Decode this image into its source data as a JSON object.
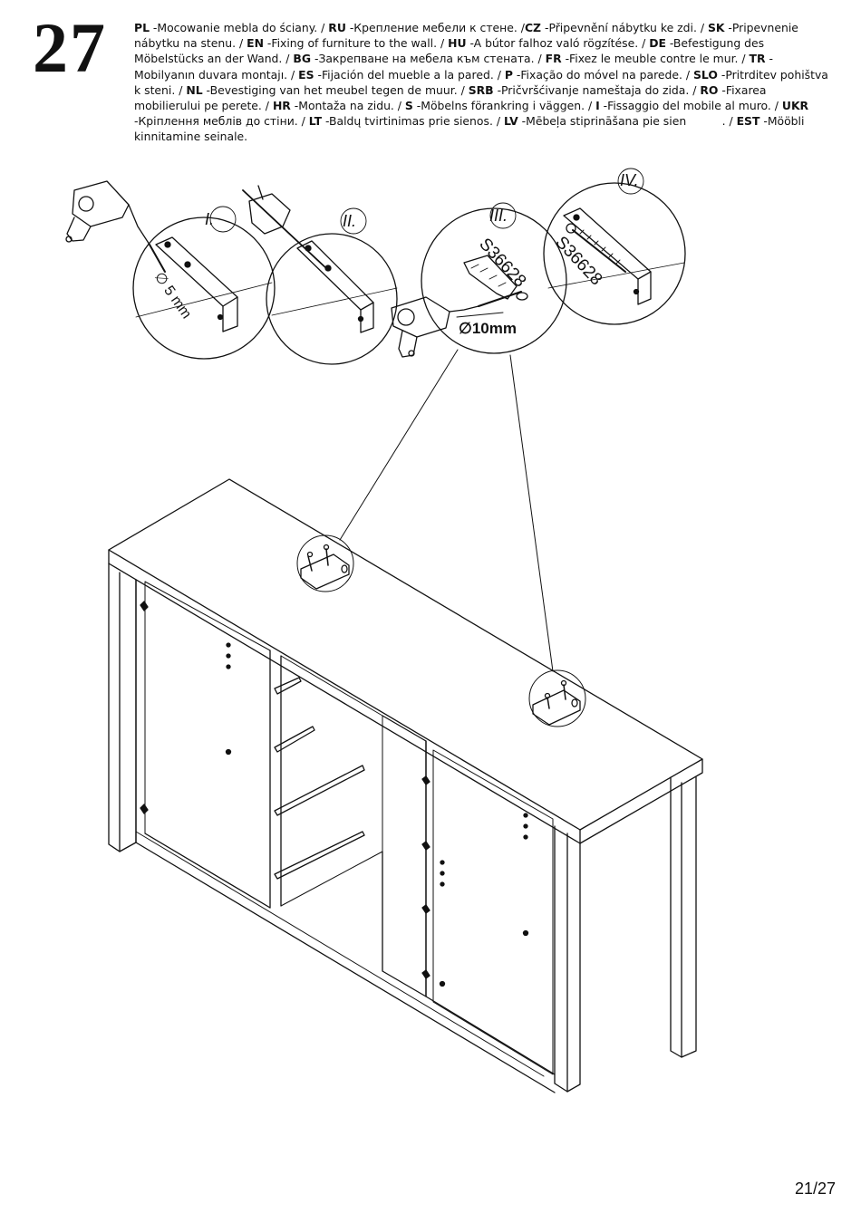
{
  "step": {
    "number": "27"
  },
  "instructions": [
    {
      "code": "PL",
      "text": " -Mocowanie mebla do ściany. / "
    },
    {
      "code": "RU",
      "text": " -Крепление мебели к стене. /"
    },
    {
      "code": "CZ",
      "text": " -Připevnění nábytku ke zdi. / "
    },
    {
      "code": "SK",
      "text": " -Pripevnenie nábytku na stenu. / "
    },
    {
      "code": "EN",
      "text": " -Fixing of furniture to the wall. / "
    },
    {
      "code": "HU",
      "text": " -A bútor falhoz való rögzítése. / "
    },
    {
      "code": "DE",
      "text": " -Befestigung des Möbelstücks an der Wand. / "
    },
    {
      "code": "BG",
      "text": " -Закрепване на мебела към стената. / "
    },
    {
      "code": "FR",
      "text": " -Fixez le meuble contre le mur. / "
    },
    {
      "code": "TR",
      "text": " -Mobilyanın duvara montajı. / "
    },
    {
      "code": "ES",
      "text": " -Fijación del mueble a la pared. / "
    },
    {
      "code": "P",
      "text": " -Fixação do móvel na parede. / "
    },
    {
      "code": "SLO",
      "text": " -Pritrditev pohištva k steni. / "
    },
    {
      "code": "NL",
      "text": " -Bevestiging van het meubel tegen de muur. / "
    },
    {
      "code": "SRB",
      "text": " -Pričvršćivanje nameštaja do zida. / "
    },
    {
      "code": "RO",
      "text": " -Fixarea mobilierului pe perete. / "
    },
    {
      "code": "HR",
      "text": " -Montaža na zidu. / "
    },
    {
      "code": "S",
      "text": " -Möbelns förankring i väggen. / "
    },
    {
      "code": "I",
      "text": " -Fissaggio del mobile al muro. / "
    },
    {
      "code": "UKR",
      "text": " -Кріплення меблів до стіни. / "
    },
    {
      "code": "LT",
      "text": " -Baldų tvirtinimas prie sienos. / "
    },
    {
      "code": "LV",
      "text": " -Mēbeļa stiprināšana pie sien          . / "
    },
    {
      "code": "EST",
      "text": " -Mööbli kinnitamine seinale."
    }
  ],
  "details": {
    "roman": [
      "I.",
      "II.",
      "III.",
      "IV."
    ],
    "drill_size_small": "5 mm",
    "drill_size_large": "10mm",
    "part_code": "S36628",
    "diameter_symbol": "∅"
  },
  "page": {
    "label": "21/27"
  }
}
